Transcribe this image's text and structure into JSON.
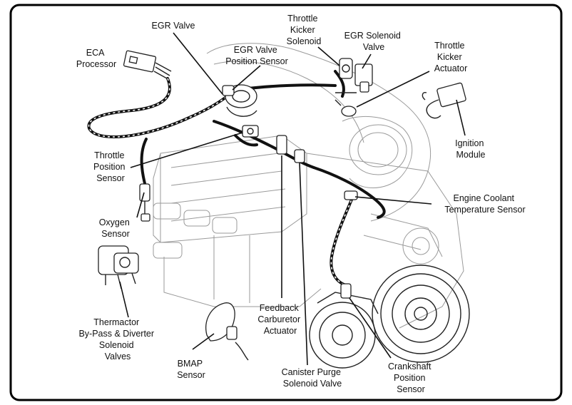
{
  "labels": {
    "egr_valve": "EGR Valve",
    "throttle_kicker_solenoid": [
      "Throttle",
      "Kicker",
      "Solenoid"
    ],
    "egr_solenoid_valve": [
      "EGR Solenoid",
      "Valve"
    ],
    "throttle_kicker_actuator": [
      "Throttle",
      "Kicker",
      "Actuator"
    ],
    "eca_processor": [
      "ECA",
      "Processor"
    ],
    "egr_valve_position_sensor": [
      "EGR Valve",
      "Position Sensor"
    ],
    "ignition_module": [
      "Ignition",
      "Module"
    ],
    "throttle_position_sensor": [
      "Throttle",
      "Position",
      "Sensor"
    ],
    "engine_coolant_temperature_sensor": [
      "Engine Coolant",
      "Temperature Sensor"
    ],
    "oxygen_sensor": [
      "Oxygen",
      "Sensor"
    ],
    "thermactor_valves": [
      "Thermactor",
      "By-Pass & Diverter",
      "Solenoid",
      "Valves"
    ],
    "feedback_carburetor_actuator": [
      "Feedback",
      "Carburetor",
      "Actuator"
    ],
    "bmap_sensor": [
      "BMAP",
      "Sensor"
    ],
    "canister_purge_solenoid_valve": [
      "Canister Purge",
      "Solenoid Valve"
    ],
    "crankshaft_position_sensor": [
      "Crankshaft",
      "Position",
      "Sensor"
    ]
  },
  "colors": {
    "ink": "#111111",
    "frame": "#000000",
    "background": "#ffffff"
  }
}
